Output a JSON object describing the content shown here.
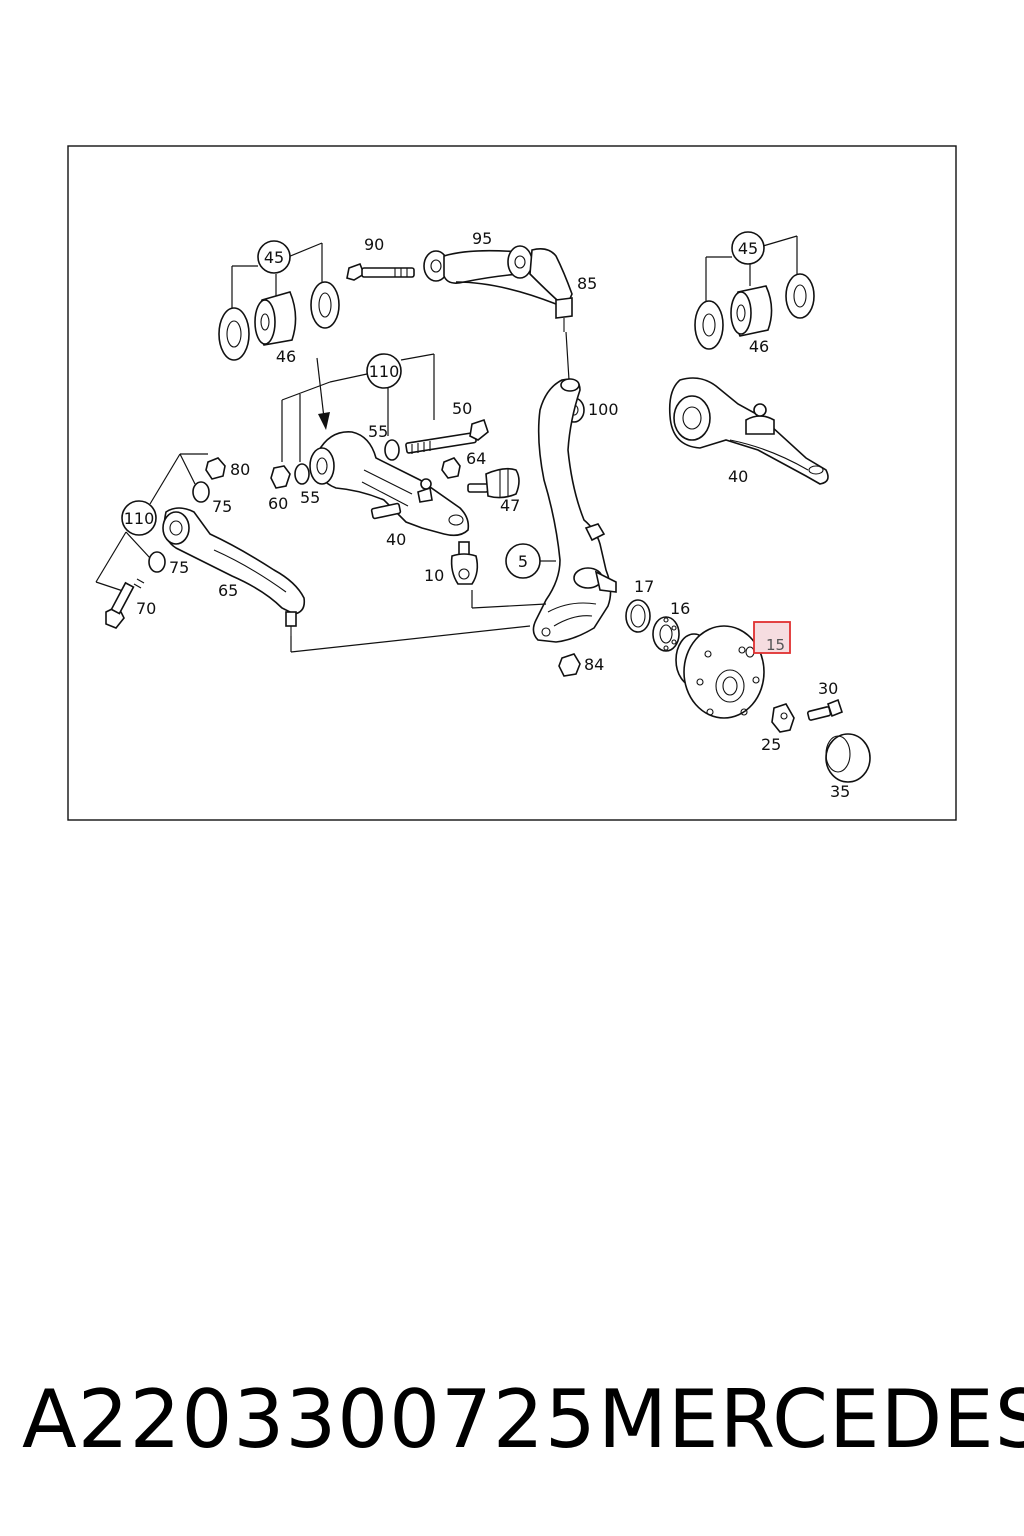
{
  "labels": {
    "l45a": "45",
    "l46a": "46",
    "l90": "90",
    "l95": "95",
    "l85": "85",
    "l45b": "45",
    "l46b": "46",
    "l110a": "110",
    "l55a": "55",
    "l50": "50",
    "l100": "100",
    "l80": "80",
    "l75a": "75",
    "l60": "60",
    "l55b": "55",
    "l64": "64",
    "l47": "47",
    "l40a": "40",
    "l40b": "40",
    "l110b": "110",
    "l75b": "75",
    "l65": "65",
    "l70": "70",
    "l5": "5",
    "l10": "10",
    "l17": "17",
    "l16": "16",
    "l15": "15",
    "l84": "84",
    "l30": "30",
    "l25": "25",
    "l35": "35"
  },
  "highlight": {
    "part": "15",
    "color": "#e03030"
  },
  "footer": {
    "part_number": "A2203300725",
    "brand": "MERCEDES"
  }
}
